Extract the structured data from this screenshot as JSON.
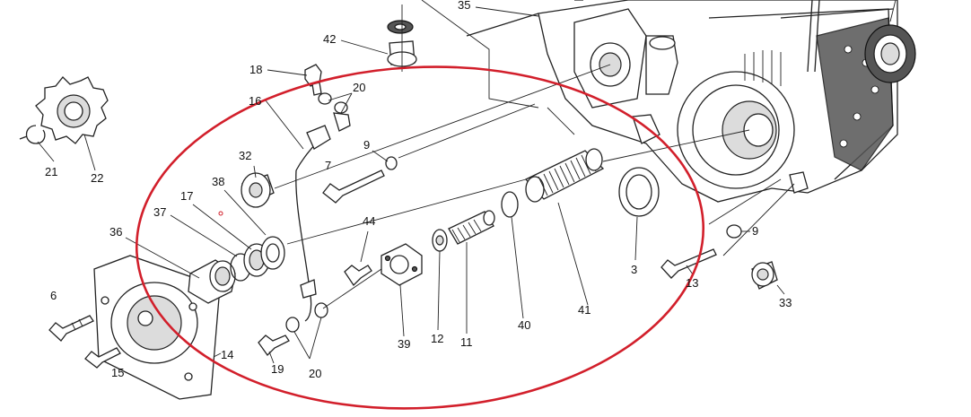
{
  "diagram": {
    "highlight_color": "#d21f2b",
    "ink_color": "#222222",
    "callouts": {
      "c35": "35",
      "c42": "42",
      "c18": "18",
      "c20a": "20",
      "c16": "16",
      "c9a": "9",
      "c32": "32",
      "c7": "7",
      "c38": "38",
      "c17": "17",
      "c37": "37",
      "c44": "44",
      "c36": "36",
      "c21": "21",
      "c22": "22",
      "c6": "6",
      "c15": "15",
      "c14": "14",
      "c19": "19",
      "c20b": "20",
      "c39": "39",
      "c12": "12",
      "c11": "11",
      "c40": "40",
      "c41": "41",
      "c3": "3",
      "c9b": "9",
      "c13": "13",
      "c33": "33"
    }
  }
}
